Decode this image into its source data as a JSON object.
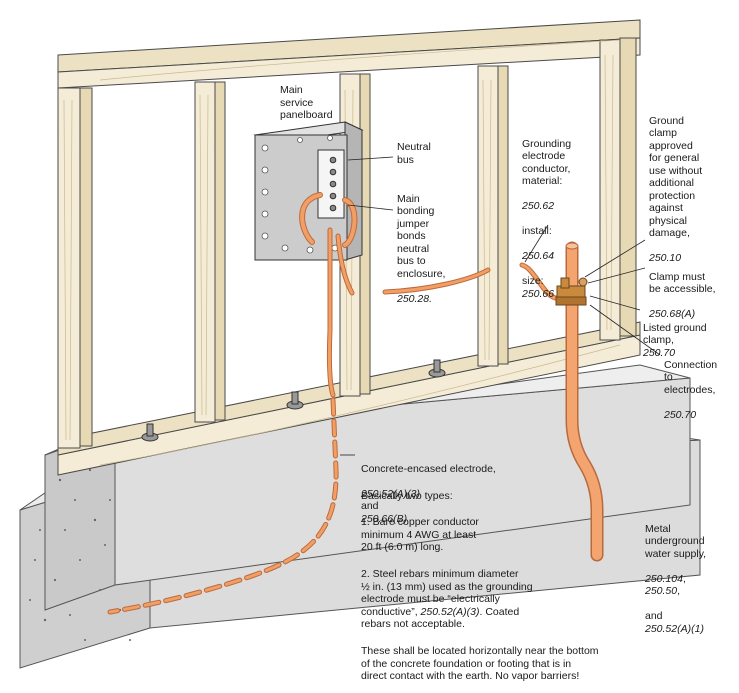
{
  "labels": {
    "panel": "Main\nservice\npanelboard",
    "neutral_bus": "Neutral\nbus",
    "bonding_jumper": "Main\nbonding\njumper\nbonds\nneutral\nbus to\nenclosure,",
    "bonding_ref": "250.28.",
    "gec_line1": "Grounding\nelectrode\nconductor,\nmaterial:",
    "gec_ref1": "250.62",
    "gec_line2": "install:",
    "gec_ref2": "250.64",
    "gec_line3": "size:",
    "gec_ref3": "250.66",
    "clamp_approved": "Ground\nclamp\napproved\nfor general\nuse without\nadditional\nprotection\nagainst\nphysical\ndamage,",
    "clamp_approved_ref": "250.10",
    "clamp_accessible": "Clamp must\nbe accessible,",
    "clamp_accessible_ref": "250.68(A)",
    "listed_clamp": "Listed ground\nclamp,",
    "listed_clamp_ref": "250.70",
    "connection": "Connection\nto\nelectrodes,",
    "connection_ref": "250.70",
    "concrete_electrode": "Concrete-encased electrode,",
    "concrete_ref_a": "250.52(A)(3)",
    "concrete_and": "and",
    "concrete_ref_b": "250.66(B)",
    "basically": "Basically two types:",
    "type1": "1.  Bare copper conductor\n     minimum 4 AWG at least\n     20 ft (6.0 m) long.",
    "type2a": "2.  Steel rebars minimum diameter\n     ½ in. (13 mm) used as the grounding\n     electrode must be “electrically\n     conductive”,",
    "type2_ref": "250.52(A)(3)",
    "type2b": ". Coated\n     rebars not acceptable.",
    "footer_note": "These shall be located horizontally near the bottom\nof the concrete foundation or footing that is in\ndirect contact with the earth. No vapor barriers!",
    "water_supply": "Metal\nunderground\nwater supply,",
    "water_ref_a": "250.104",
    "water_ref_b": "250.50",
    "water_and": "and",
    "water_ref_c": "250.52(A)(1)"
  },
  "colors": {
    "wood": "#f4ecd6",
    "wood_grain": "#c9b98f",
    "concrete": "#d9d9d9",
    "concrete_dark": "#bdbdbd",
    "copper": "#f0a066",
    "copper_dark": "#c0693a",
    "panel": "#c8c8c8",
    "clamp": "#c98a3c"
  }
}
